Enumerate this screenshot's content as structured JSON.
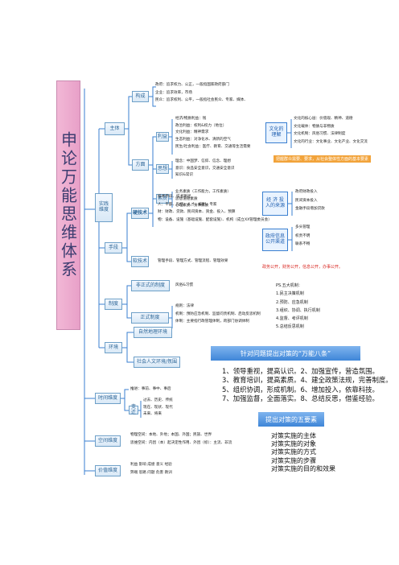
{
  "title": "申论万能思维体系",
  "main_branches": [
    "实践\n维度",
    "时间维度",
    "空间维度",
    "价值维度"
  ],
  "practice": {
    "subject": "主体",
    "subject_items": [
      "构成",
      "方面"
    ],
    "composition_lines": [
      "政府：追求权力、公正，一般指国家政府部门",
      "企业：追求效率，市场",
      "民众：追求权利、公平，一般指社会民众、专家、媒体、"
    ],
    "interest_label": "利益",
    "interest_lines": [
      "经济/物质利益：钱",
      "政治利益：权利&权力（地位）",
      "文化利益：精神需求",
      "生态利益：对净化水、清新的空气",
      "民生/社会利益：医疗、教育、交通等生活需要"
    ],
    "thought_label": "思想",
    "thought_lines": [
      "理念：中国梦、信仰、信念、理想",
      "意识：食品安全意识，交通安全意识",
      "知识&常识"
    ],
    "quality_label": "素质",
    "quality_lines": [
      "业务素质（工作能力，工作素质）",
      "思想道德素质",
      "心理素质、身体素质"
    ],
    "means": "手段",
    "hard_tech": "硬技术",
    "hard_lines": [
      "技术手段、技术路径",
      "人：干部、队伍、人才、编制、专家",
      "财：财政、贷款、民间资本、资金、投入、预算",
      "物：设备、设施（基础设施、配套设施）、机构（成立XX管理委员会）"
    ],
    "soft_tech": "软技术",
    "soft_line": "管理手段、管理方式、管理流程、管理效果",
    "system": "制度",
    "informal": "非正式的制度",
    "informal_line": "风俗&习惯",
    "formal": "正式制度",
    "formal_lines": [
      "规则：法律",
      "机制：预防应急机制、监督问责机制、启动反思机制",
      "体制：主要指行政管理体制，跨部门协调体制"
    ],
    "env": "环境",
    "natural_env": "自然地理环境",
    "social_env": "社会人文环境/氛围"
  },
  "right_panel": {
    "culture_box": "文化的\n理解",
    "culture_lines": [
      "文化的核心层：价值观、精神、道德",
      "文化载体：物质与非物质",
      "文化机制：风俗习惯、法律制度",
      "文化的行业：文化事业、文化产业、文化交流"
    ],
    "orange1": "把握群众需要、要求，从社会整体性方面的基本要素",
    "econ_box": "经 济 投\n入的来源",
    "econ_lines": [
      "政府财政投入",
      "民间资本投入",
      "金融手段增加贷款"
    ],
    "gov_box": "政府信息\n公开渠道",
    "gov_lines": [
      "多头管理",
      "权责不明",
      "联系不畅"
    ],
    "red_line": "政务公开，财务公开，信息公开，办事公开。",
    "five_title": "PS.五大机制：",
    "five_lines": [
      "1.民主决策机制",
      "2.预防、应急机制",
      "3.组织、协调、执行机制",
      "4.监督、考评机制",
      "5.总结反思机制"
    ],
    "eight_title": "针对问题提出对策的“万能八条”",
    "eight_lines": [
      "1、领导重视，提高认识。2、加强宣传，营造氛围。",
      "3、教育培训，提高素质。4、建全政策法规，完善制度。",
      "5、组织协调，形成机制。6、增加投入，依靠科技。",
      "7、加强监督，全面落实。8、总结反思，借鉴经验。"
    ],
    "five_elem_title": "提出对策的五要素",
    "five_elem_lines": [
      "对策实施的主体",
      "对策实施的对象",
      "对策实施的方式",
      "对策实施的步骤",
      "对策实施的目的和效果"
    ]
  },
  "time": {
    "line1": "推进：事前、事中、事后",
    "change": "变迁",
    "change_lines": [
      "过去、历史、传统",
      "现在、现状、现代",
      "未来、将来"
    ]
  },
  "space": {
    "line1": "物理空间：本地、外地；本国、外国；民族、世界",
    "line2": "思维空间：内因（本）起决定性作用、外因（标）：主流、非流"
  },
  "value": {
    "line1": "利益  影响  成绩  意义  经验",
    "line2": "弊端  思路  问题  危害  教训"
  }
}
